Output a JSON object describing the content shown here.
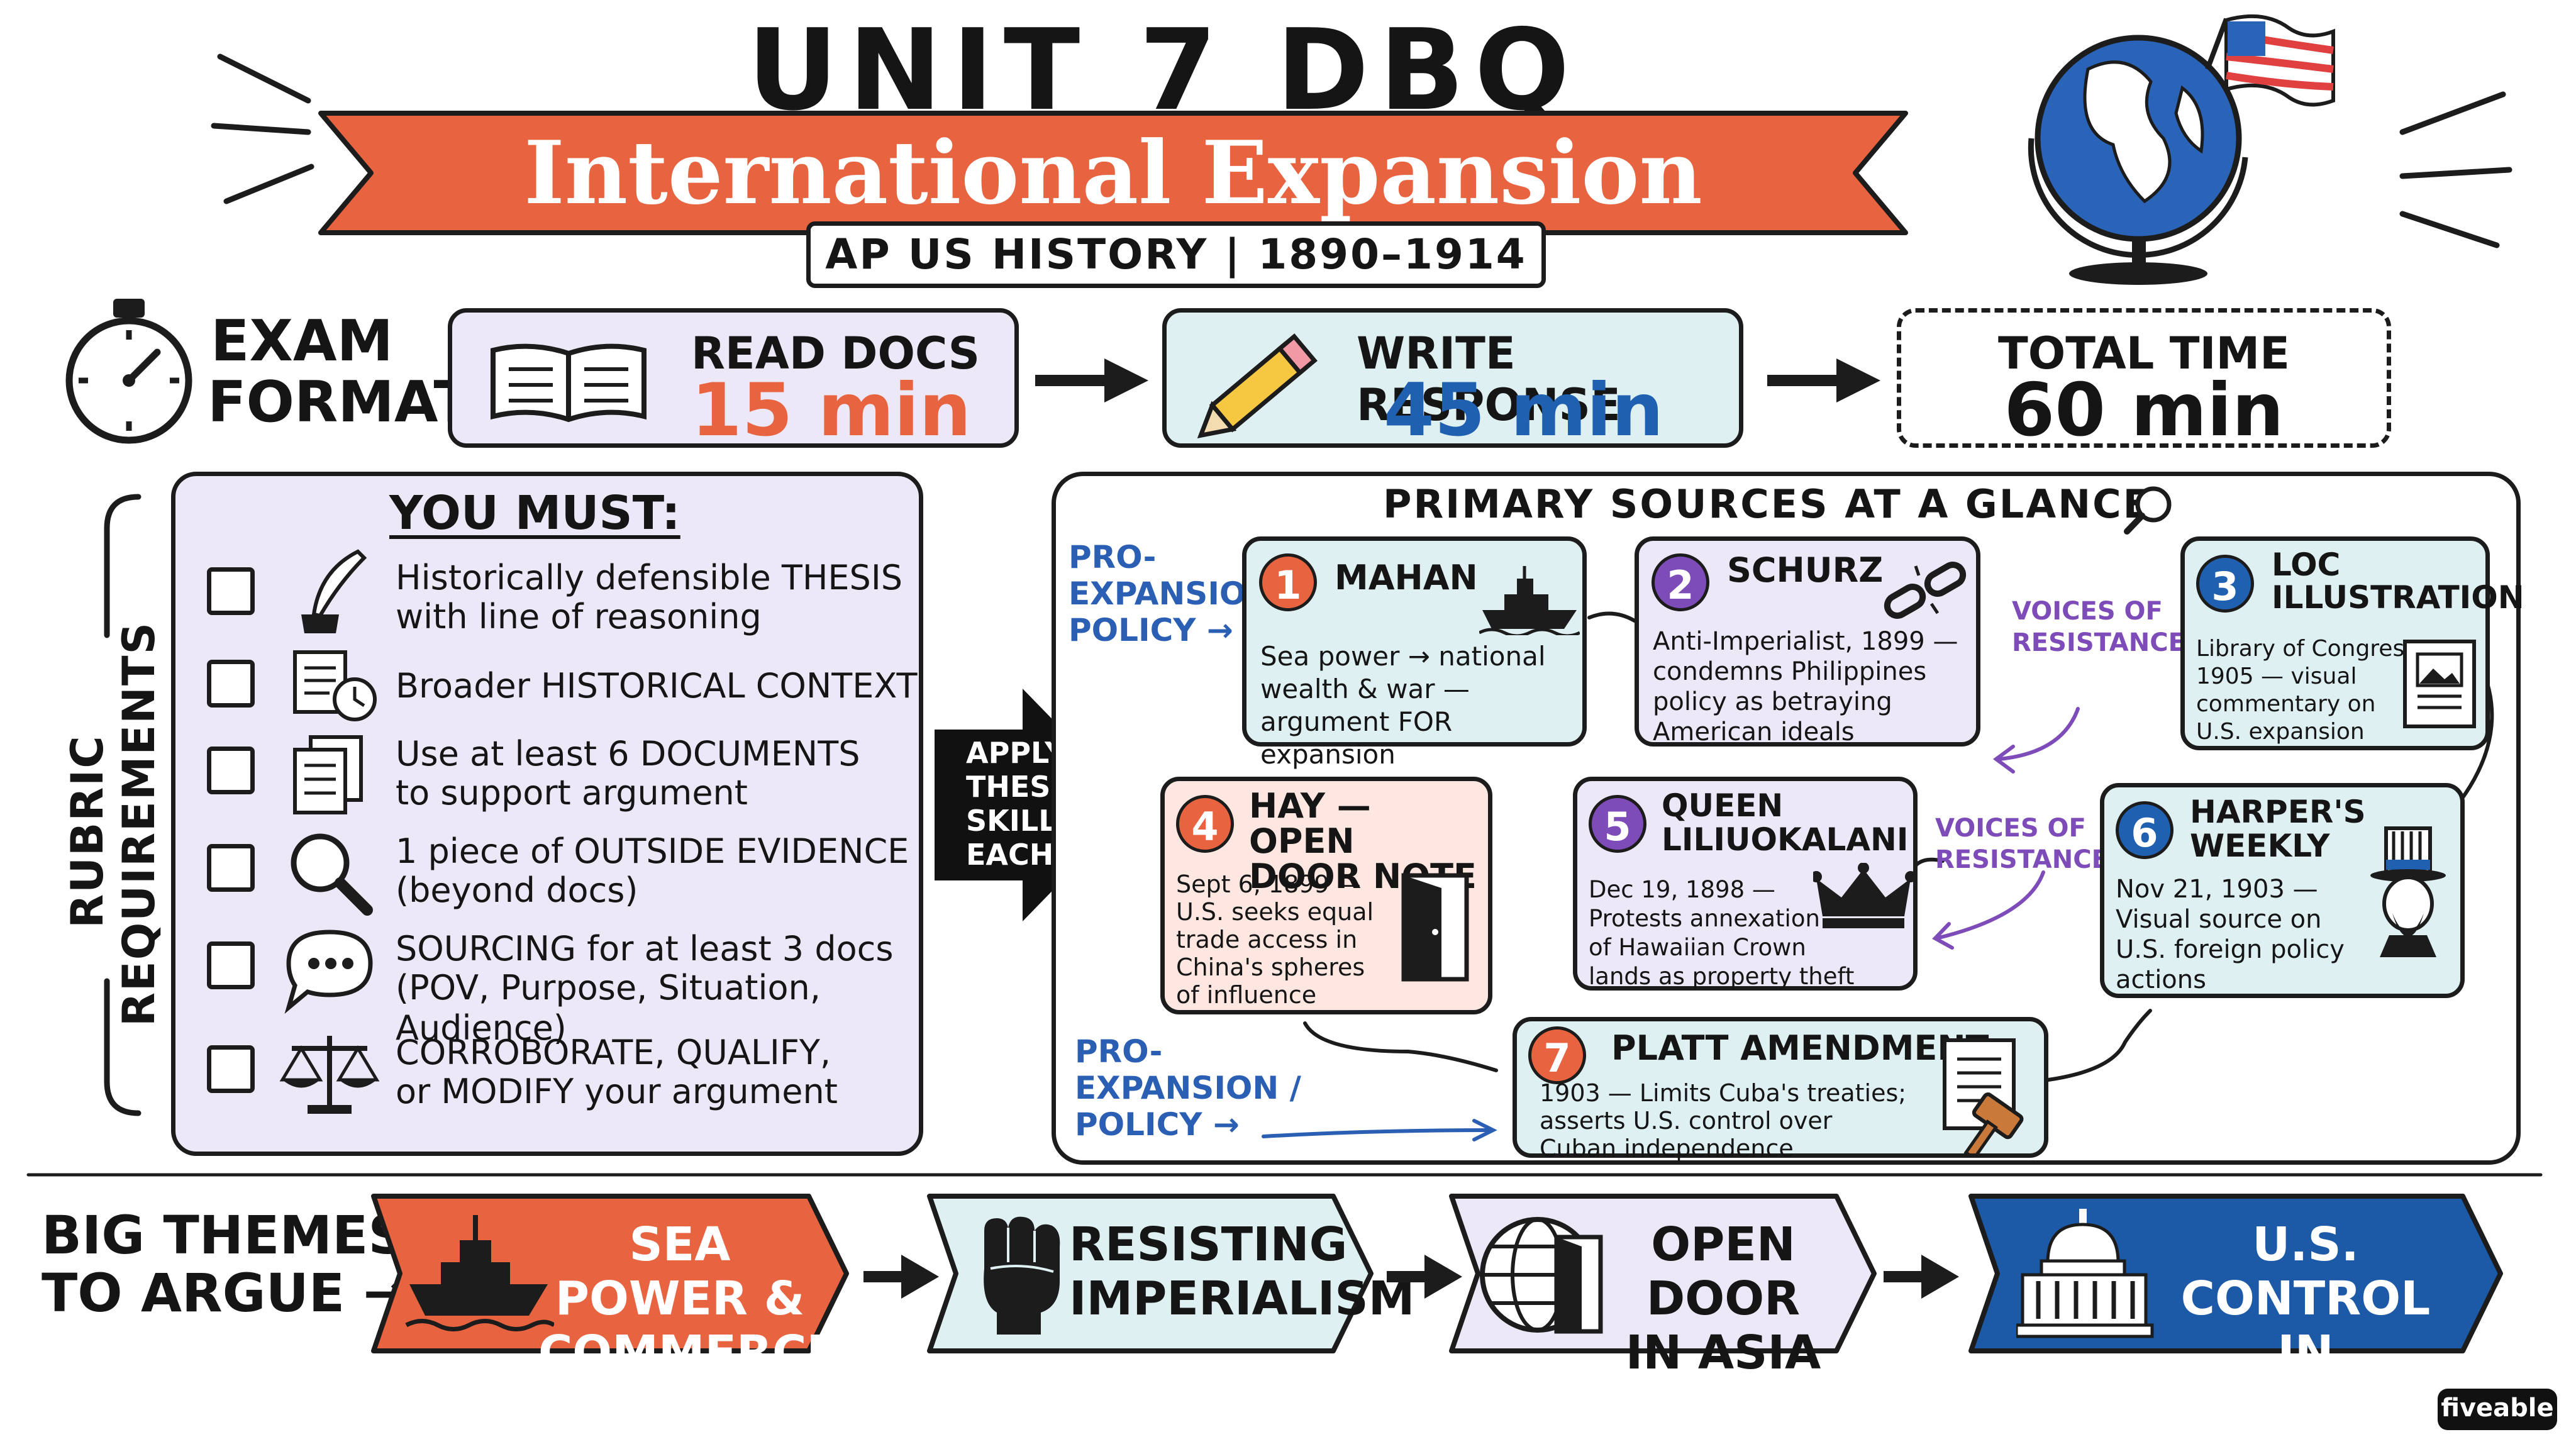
{
  "header": {
    "title": "UNIT 7 DBQ",
    "subtitle": "International Expansion",
    "course": "AP US HISTORY | 1890–1914"
  },
  "exam_format": {
    "label_line1": "EXAM",
    "label_line2": "FORMAT",
    "steps": [
      {
        "label": "Read Docs",
        "time": "15 min"
      },
      {
        "label": "Write Response",
        "time": "45 min"
      },
      {
        "label": "Total Time",
        "time": "60 min"
      }
    ]
  },
  "rubric": {
    "side_label": "RUBRIC REQUIREMENTS",
    "heading": "YOU MUST:",
    "items": [
      {
        "line1": "Historically defensible THESIS",
        "line2": "with line of reasoning",
        "icon": "quill-icon"
      },
      {
        "line1": "Broader HISTORICAL CONTEXT",
        "line2": "",
        "icon": "scroll-clock-icon"
      },
      {
        "line1": "Use at least 6 DOCUMENTS",
        "line2": "to support argument",
        "icon": "documents-icon"
      },
      {
        "line1": "1 piece of OUTSIDE EVIDENCE",
        "line2": "(beyond docs)",
        "icon": "magnifier-icon"
      },
      {
        "line1": "SOURCING for at least 3 docs",
        "line2": "(POV, Purpose, Situation, Audience)",
        "icon": "speech-bubble-icon"
      },
      {
        "line1": "CORROBORATE, QUALIFY,",
        "line2": "or MODIFY your argument",
        "icon": "scales-icon"
      }
    ]
  },
  "apply_arrow": {
    "lines": [
      "APPLY",
      "THESE",
      "SKILLS TO",
      "EACH DOC"
    ]
  },
  "sources": {
    "heading": "PRIMARY SOURCES AT A GLANCE",
    "annotations": {
      "pro1": [
        "PRO-",
        "EXPANSION /",
        "POLICY →"
      ],
      "pro2": [
        "PRO-",
        "EXPANSION /",
        "POLICY →"
      ],
      "voices1": [
        "VOICES OF",
        "RESISTANCE →"
      ],
      "voices2": [
        "VOICES OF",
        "RESISTANCE →"
      ]
    },
    "items": [
      {
        "num": "1",
        "title": [
          "MAHAN",
          ""
        ],
        "desc": [
          "Sea power → national",
          "wealth & war —",
          "argument FOR expansion",
          ""
        ],
        "icon": "battleship-icon",
        "color": "#e8633f"
      },
      {
        "num": "2",
        "title": [
          "SCHURZ",
          ""
        ],
        "desc": [
          "Anti-Imperialist, 1899 —",
          "condemns Philippines",
          "policy as betraying",
          "American ideals"
        ],
        "icon": "broken-chain-icon",
        "color": "#7d4cb8"
      },
      {
        "num": "3",
        "title": [
          "LOC",
          "ILLUSTRATION"
        ],
        "desc": [
          "Library of Congress,",
          "1905 — visual",
          "commentary on",
          "U.S. expansion"
        ],
        "icon": "picture-document-icon",
        "color": "#2060b0"
      },
      {
        "num": "4",
        "title": [
          "HAY — OPEN",
          "DOOR NOTE"
        ],
        "desc": [
          "Sept 6, 1899 —",
          "U.S. seeks equal",
          "trade access in",
          "China's spheres",
          "of influence"
        ],
        "icon": "open-door-icon",
        "color": "#e8633f"
      },
      {
        "num": "5",
        "title": [
          "QUEEN",
          "LILIUOKALANI"
        ],
        "desc": [
          "Dec 19, 1898 —",
          "Protests annexation",
          "of Hawaiian Crown",
          "lands as property theft"
        ],
        "icon": "crown-icon",
        "color": "#7d4cb8"
      },
      {
        "num": "6",
        "title": [
          "HARPER'S",
          "WEEKLY"
        ],
        "desc": [
          "Nov 21, 1903 —",
          "Visual source on",
          "U.S. foreign policy",
          "actions"
        ],
        "icon": "uncle-sam-icon",
        "color": "#2060b0"
      },
      {
        "num": "7",
        "title": [
          "PLATT AMENDMENT",
          ""
        ],
        "desc": [
          "1903 — Limits Cuba's treaties;",
          "asserts U.S. control over",
          "Cuban independence"
        ],
        "icon": "gavel-document-icon",
        "color": "#e8633f"
      }
    ]
  },
  "themes": {
    "label_line1": "BIG THEMES",
    "label_line2": "TO ARGUE →",
    "items": [
      {
        "line1": "SEA POWER &",
        "line2": "COMMERCE",
        "icon": "warship-icon",
        "color": "#e8633f"
      },
      {
        "line1": "RESISTING",
        "line2": "IMPERIALISM",
        "icon": "raised-fist-icon",
        "color": "#dff0f2"
      },
      {
        "line1": "OPEN DOOR",
        "line2": "IN ASIA",
        "icon": "globe-door-icon",
        "color": "#ece8f7"
      },
      {
        "line1": "U.S. CONTROL",
        "line2": "IN AMERICAS",
        "icon": "capitol-icon",
        "color": "#1c5aa8"
      }
    ]
  },
  "brand": "fiveable"
}
